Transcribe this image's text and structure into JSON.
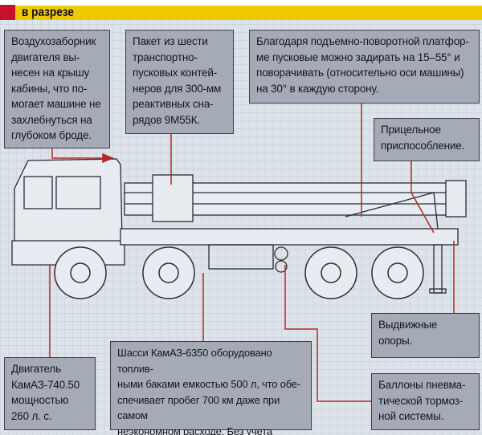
{
  "header": {
    "title": "в разрезе"
  },
  "colors": {
    "accent": "#f0c800",
    "brand": "#c8102e",
    "leader": "#b02a2a"
  },
  "callouts": {
    "air_intake": "Воздухозаборник\nдвигателя вы-\nнесен на крышу\nкабины, что по-\nмогает машине не\nзахлебнуться на\nглубоком броде.",
    "launch_pack": "Пакет из шести\nтранспортно-\nпусковых контей-\nнеров для 300-мм\nреактивных сна-\nрядов 9М55К.",
    "platform": "Благодаря подъемно-поворотной платфор-\nме пусковые можно задирать на 15–55° и\nповорачивать (относительно оси машины)\nна 30° в каждую сторону.",
    "sight": "Прицельное\nприспособление.",
    "outriggers": "Выдвижные\nопоры.",
    "brake_tanks": "Баллоны пневма-\nтической тормоз-\nной системы.",
    "engine": "Двигатель\nКамАЗ-740.50\nмощностью\n260 л. с.",
    "chassis": "Шасси КамАЗ-6350 оборудовано топлив-\nными баками емкостью 500 л, что обе-\nспечивает пробег 700 км даже при самом\nнеэкономном расходе. Без учета кондици-\nонера, конечно. Его тут и нет."
  }
}
